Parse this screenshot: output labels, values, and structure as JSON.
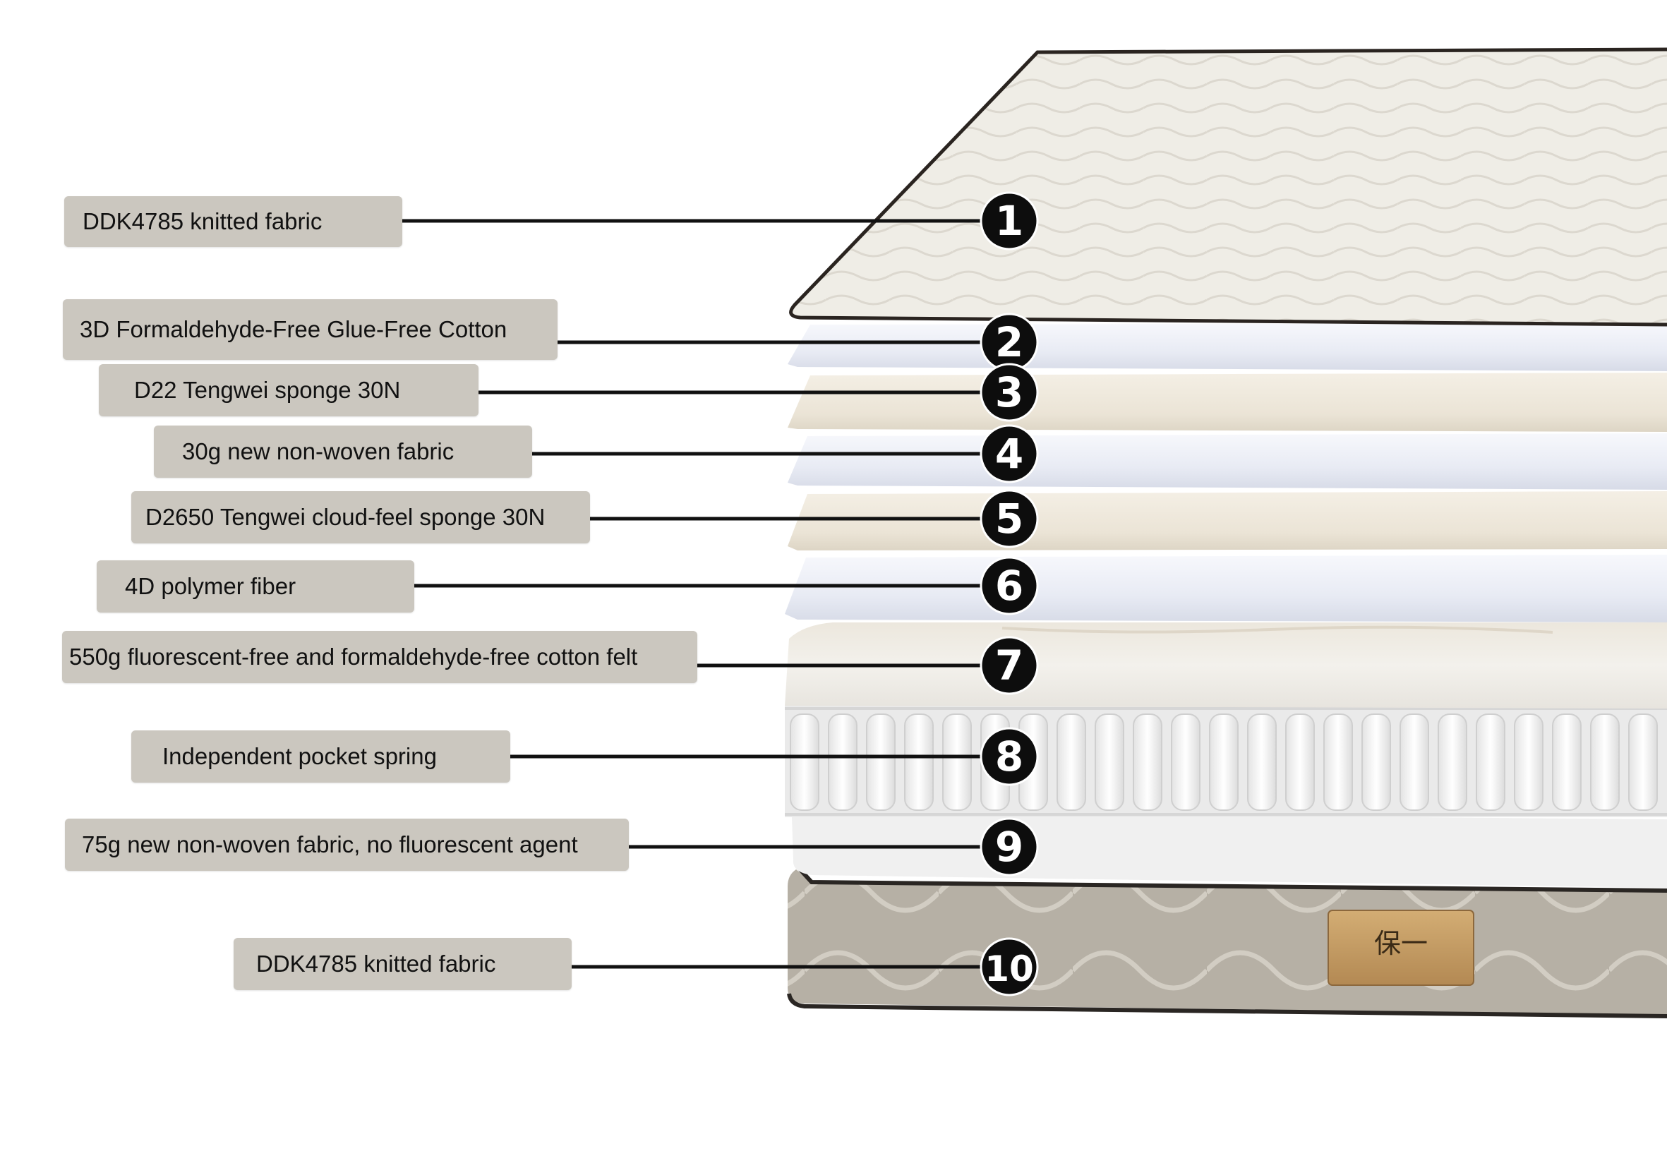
{
  "colors": {
    "label_bg": "#cbc7bf",
    "badge": "#0d0d0d",
    "line": "#111111",
    "knit_top": "#efede6",
    "knit_base": "#b6b0a5",
    "foam_white": "#eef0f6",
    "foam_cream": "#f1ece2",
    "brand_plate": "#c7a068"
  },
  "brand_logo": {
    "text": "保一"
  },
  "layers": [
    {
      "number": "1",
      "label": "DDK4785 knitted fabric"
    },
    {
      "number": "2",
      "label": "3D Formaldehyde-Free Glue-Free Cotton"
    },
    {
      "number": "3",
      "label": "D22 Tengwei sponge 30N"
    },
    {
      "number": "4",
      "label": "30g new non-woven fabric"
    },
    {
      "number": "5",
      "label": "D2650 Tengwei cloud-feel sponge 30N"
    },
    {
      "number": "6",
      "label": "4D polymer fiber"
    },
    {
      "number": "7",
      "label": "550g fluorescent-free and formaldehyde-free cotton felt"
    },
    {
      "number": "8",
      "label": "Independent pocket spring"
    },
    {
      "number": "9",
      "label": "75g new non-woven fabric, no fluorescent agent"
    },
    {
      "number": "10",
      "label": "DDK4785 knitted fabric"
    }
  ]
}
